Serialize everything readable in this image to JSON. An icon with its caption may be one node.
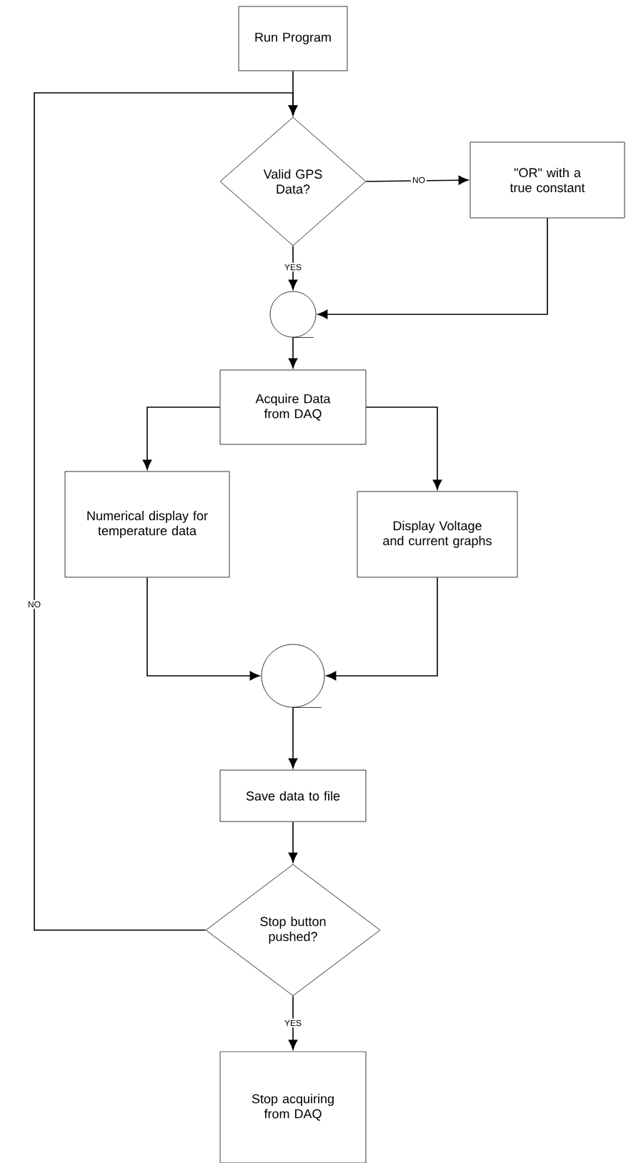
{
  "diagram": {
    "nodes": [
      {
        "text": [
          "Run Program"
        ]
      },
      {
        "text": [
          "Valid GPS Data?"
        ]
      },
      {
        "text": [
          "\"OR\" with a true constant"
        ]
      },
      {
        "text": [],
        "shape": "circle"
      },
      {
        "text": [
          "Acquire Data from DAQ"
        ]
      },
      {
        "text": [
          "Numerical display for temperature data"
        ]
      },
      {
        "text": [
          "Display Voltage and current graphs"
        ]
      },
      {
        "text": [],
        "shape": "circle"
      },
      {
        "text": [
          "Save data to file"
        ]
      },
      {
        "text": [
          "Stop button pushed?"
        ]
      },
      {
        "text": [
          "Stop acquiring from DAQ"
        ]
      }
    ],
    "edges": [
      {
        "from": 0,
        "to": 1,
        "arrow": "to"
      },
      {
        "from": 1,
        "to": 2,
        "arrow": "to",
        "label": "NO"
      },
      {
        "from": 1,
        "to": 3,
        "arrow": "to",
        "label": "YES"
      },
      {
        "from": 2,
        "to": 3,
        "arrow": "to"
      },
      {
        "from": 3,
        "to": 4,
        "arrow": "to"
      },
      {
        "from": 4,
        "to": 5,
        "arrow": "to"
      },
      {
        "from": 4,
        "to": 6,
        "arrow": "to"
      },
      {
        "from": 5,
        "to": 7,
        "arrow": "to"
      },
      {
        "from": 6,
        "to": 7,
        "arrow": "to"
      },
      {
        "from": 7,
        "to": 8,
        "arrow": "to"
      },
      {
        "from": 8,
        "to": 9,
        "arrow": "to"
      },
      {
        "from": 9,
        "to": 10,
        "arrow": "to",
        "label": "YES"
      },
      {
        "from": 9,
        "to": 1,
        "arrow": "to",
        "label": "NO"
      }
    ]
  }
}
